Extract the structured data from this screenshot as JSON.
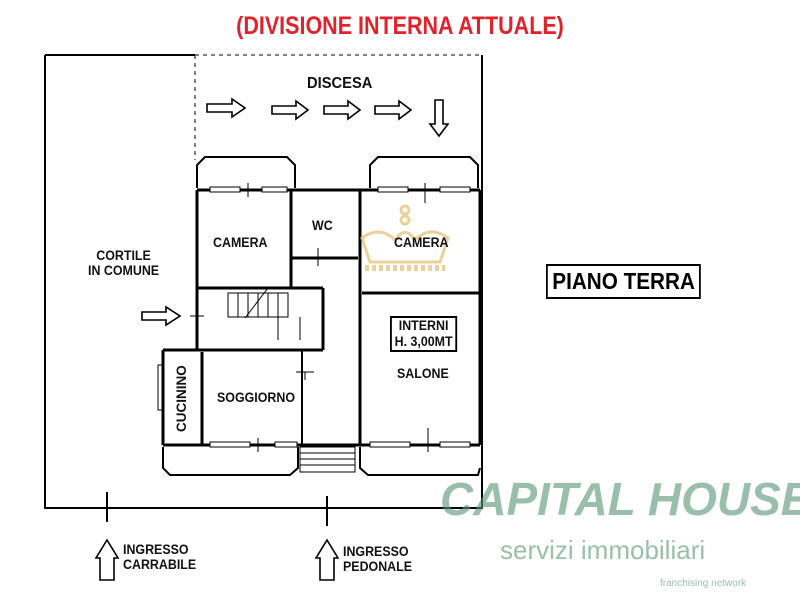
{
  "title": "(DIVISIONE INTERNA ATTUALE)",
  "level_label": "PIANO TERRA",
  "rooms": {
    "camera_left": "CAMERA",
    "wc": "WC",
    "camera_right": "CAMERA",
    "cucinino": "CUCININO",
    "soggiorno": "SOGGIORNO",
    "salone": "SALONE"
  },
  "height_note": {
    "line1": "INTERNI",
    "line2": "H. 3,00MT"
  },
  "exterior": {
    "cortile_line1": "CORTILE",
    "cortile_line2": "IN COMUNE",
    "discesa": "DISCESA"
  },
  "entrances": [
    {
      "line1": "INGRESSO",
      "line2": "CARRABILE"
    },
    {
      "line1": "INGRESSO",
      "line2": "PEDONALE"
    }
  ],
  "watermark": {
    "brand": "CAPITAL HOUSE",
    "tagline": "franchising network",
    "subtitle": "servizi immobiliari"
  },
  "colors": {
    "title": "#e0232a",
    "watermark": "#5a9678",
    "logo": "#e6c98a"
  }
}
